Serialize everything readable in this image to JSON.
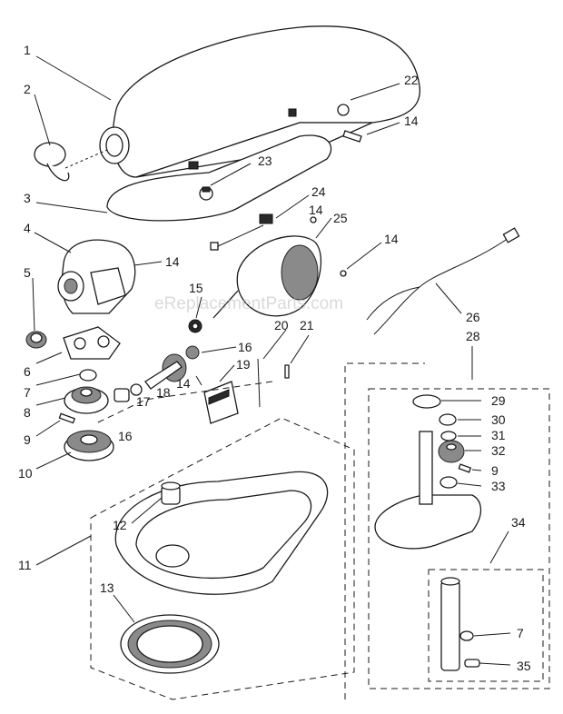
{
  "watermark": "eReplacementParts.com",
  "labels": {
    "l1": "1",
    "l2": "2",
    "l3": "3",
    "l4": "4",
    "l5": "5",
    "l6": "6",
    "l7a": "7",
    "l8": "8",
    "l9a": "9",
    "l10": "10",
    "l11": "11",
    "l12": "12",
    "l13": "13",
    "l14a": "14",
    "l14b": "14",
    "l14c": "14",
    "l14d": "14",
    "l14e": "14",
    "l15": "15",
    "l16a": "16",
    "l16b": "16",
    "l17": "17",
    "l18": "18",
    "l19": "19",
    "l20": "20",
    "l21": "21",
    "l22": "22",
    "l23": "23",
    "l24": "24",
    "l25": "25",
    "l26": "26",
    "l28": "28",
    "l29": "29",
    "l30": "30",
    "l31": "31",
    "l32": "32",
    "l9b": "9",
    "l33": "33",
    "l34": "34",
    "l7b": "7",
    "l35": "35"
  }
}
